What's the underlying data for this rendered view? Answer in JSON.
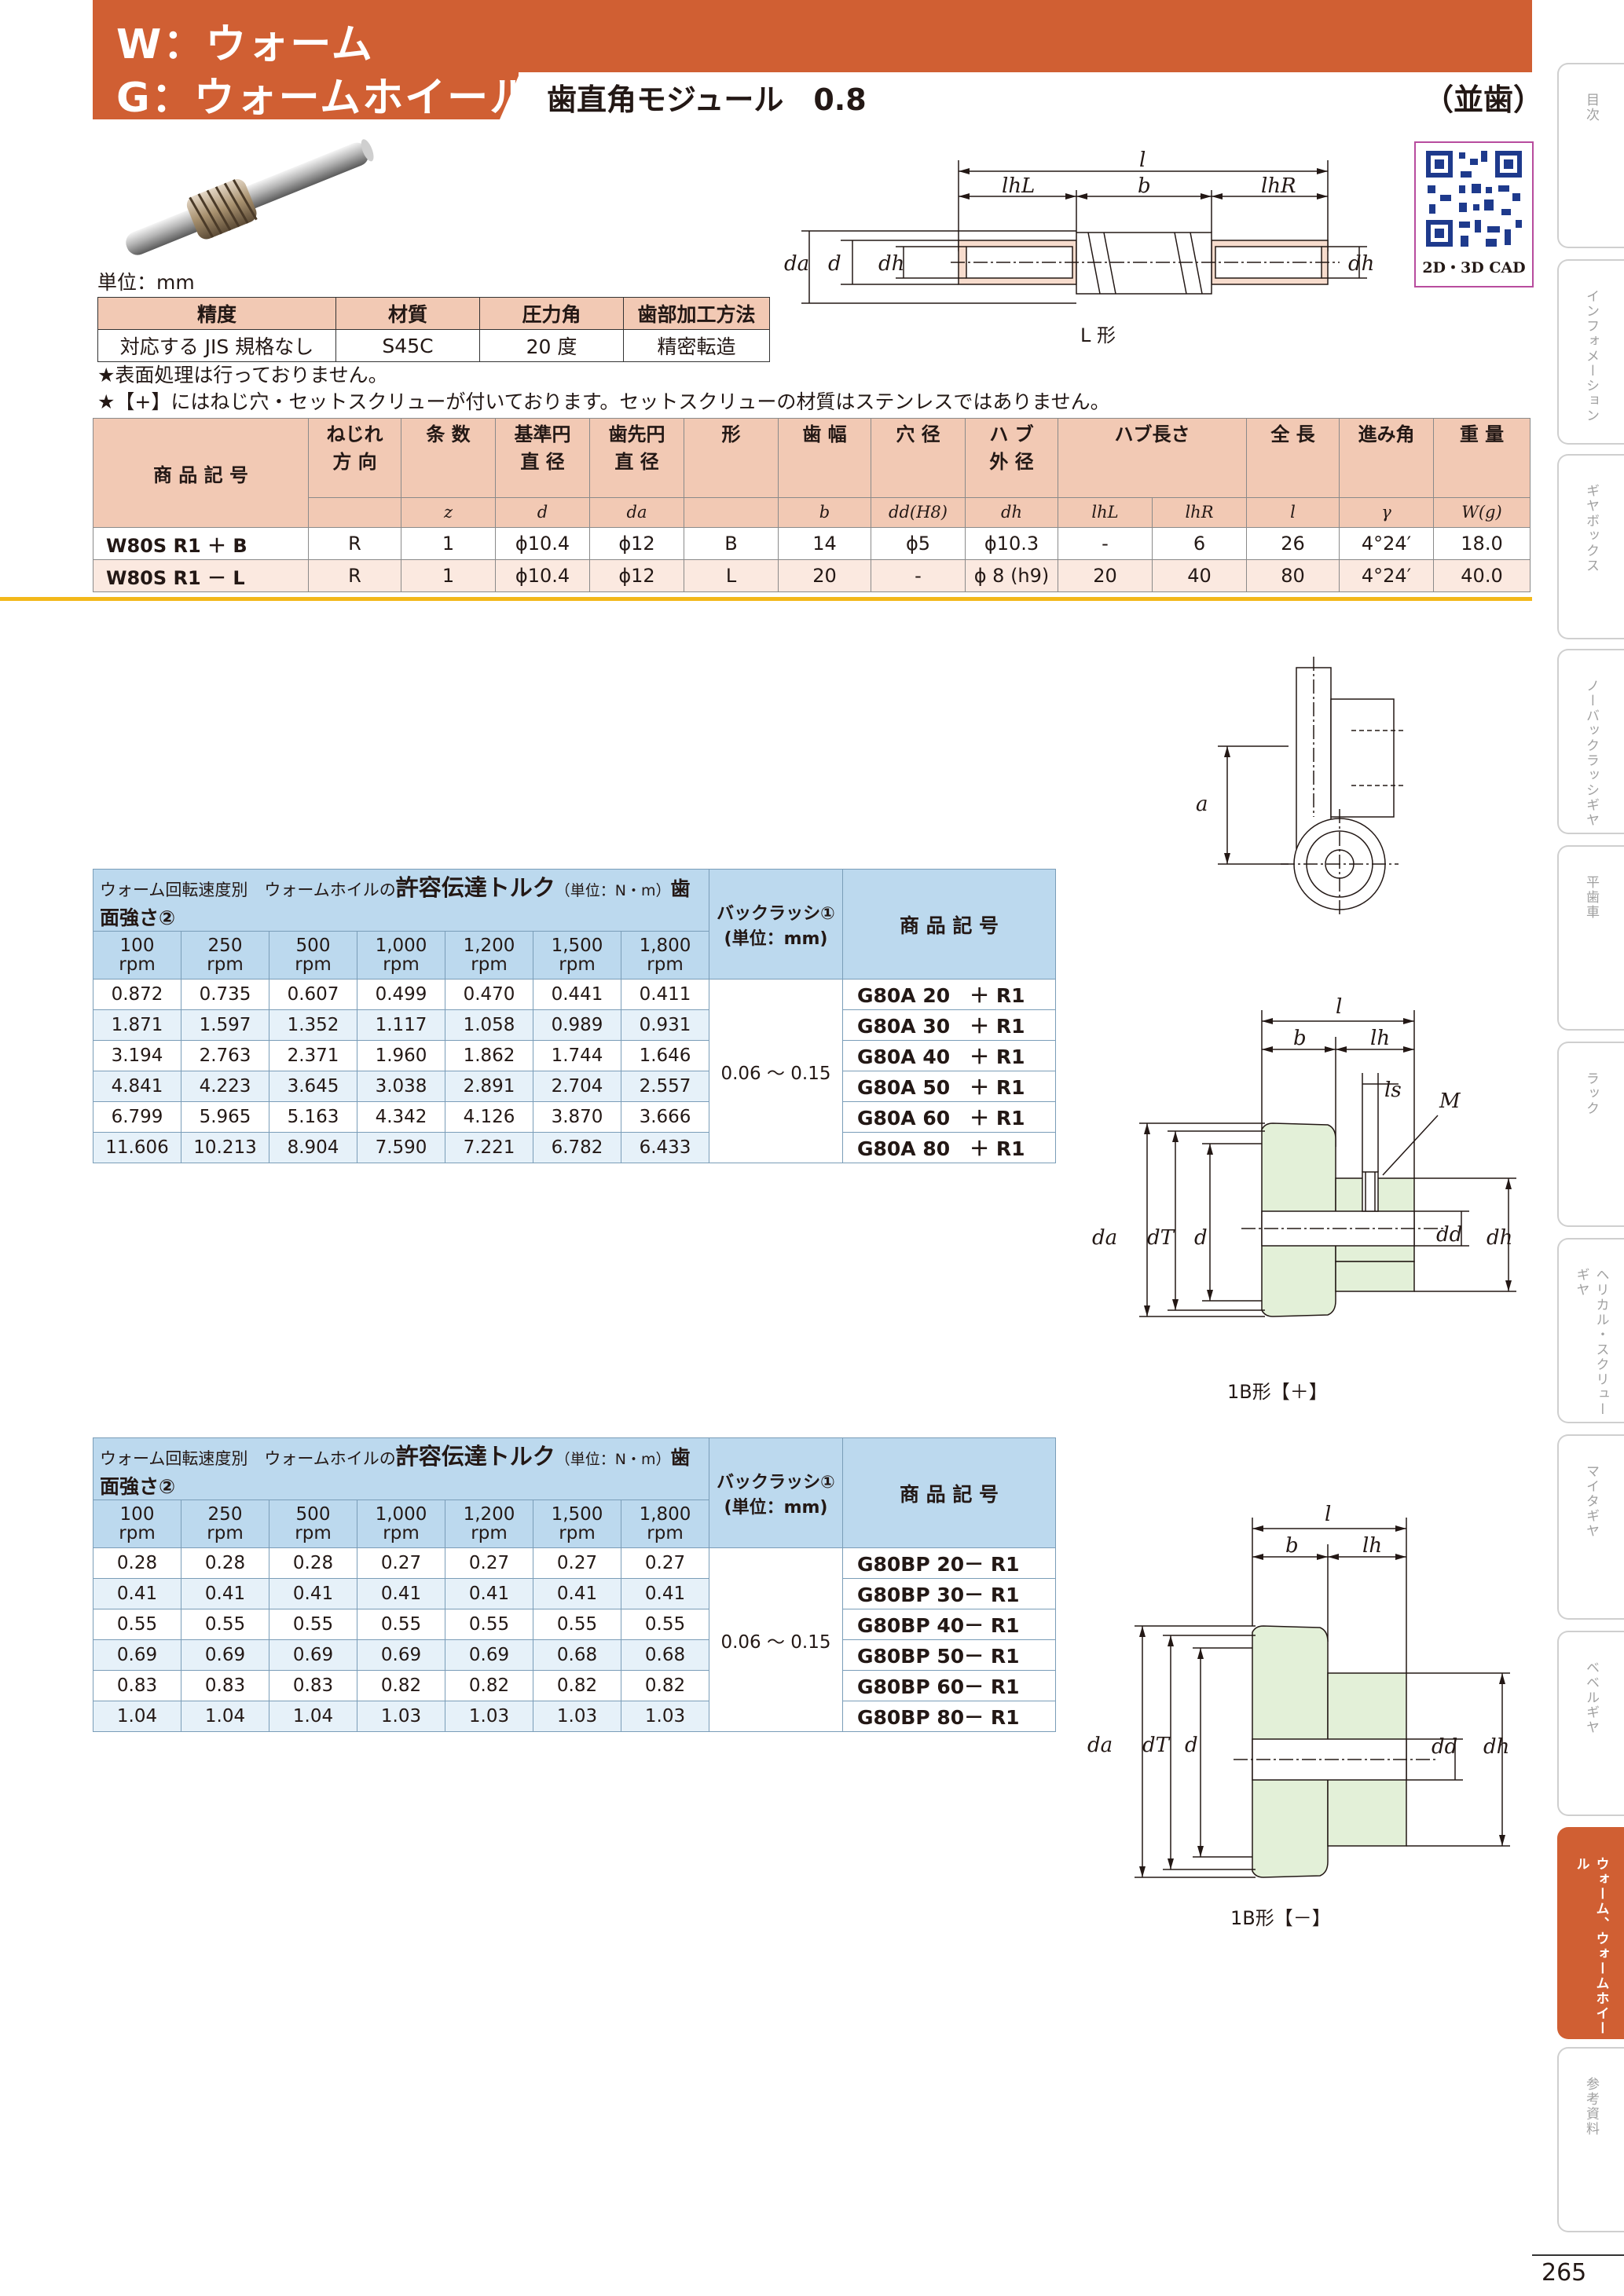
{
  "header": {
    "title_line1": "W：ウォーム",
    "title_line2": "G：ウォームホイール",
    "subtitle": "歯直角モジュール　0.8",
    "right_label": "（並歯）"
  },
  "unit_label": "単位：mm",
  "qr": {
    "caption": "2D・3D CAD"
  },
  "spec_table": {
    "headers": [
      "精度",
      "材質",
      "圧力角",
      "歯部加工方法"
    ],
    "values": [
      "対応する JIS 規格なし",
      "S45C",
      "20 度",
      "精密転造"
    ]
  },
  "notes": [
    "★表面処理は行っておりません。",
    "★【+】にはねじ穴・セットスクリューが付いております。セットスクリューの材質はステンレスではありません。"
  ],
  "product_table": {
    "headers": {
      "code": "商 品 記 号",
      "twist": "ねじれ\n方 向",
      "starts": "条 数",
      "pitch": "基準円\n直 径",
      "tip": "歯先円\n直 径",
      "shape": "形",
      "width": "歯 幅",
      "bore": "穴 径",
      "hub_dia": "ハ ブ\n外 径",
      "hub_len": "ハブ長さ",
      "total": "全 長",
      "lead": "進み角",
      "weight": "重 量"
    },
    "symbols": [
      "z",
      "d",
      "da",
      "b",
      "dd(H8)",
      "dh",
      "lhL",
      "lhR",
      "l",
      "γ",
      "W(g)"
    ],
    "rows": [
      [
        "W80S R1 ＋ B",
        "R",
        "1",
        "ϕ10.4",
        "ϕ12",
        "B",
        "14",
        "ϕ5",
        "ϕ10.3",
        "-",
        "6",
        "26",
        "4°24′",
        "18.0"
      ],
      [
        "W80S R1 － L",
        "R",
        "1",
        "ϕ10.4",
        "ϕ12",
        "L",
        "20",
        "-",
        "ϕ 8 (h9)",
        "20",
        "40",
        "80",
        "4°24′",
        "40.0"
      ]
    ]
  },
  "torque_header": {
    "title_prefix": "ウォーム回転速度別　ウォームホイルの",
    "title_main": "許容伝達トルク",
    "title_unit": "（単位：N・m）",
    "title_suffix": "歯面強さ②",
    "backlash": "バックラッシ①\n(単位：mm)",
    "code": "商 品 記 号",
    "speeds": [
      "100\nrpm",
      "250\nrpm",
      "500\nrpm",
      "1,000\nrpm",
      "1,200\nrpm",
      "1,500\nrpm",
      "1,800\nrpm"
    ]
  },
  "torque_table_1": {
    "backlash_value": "0.06 ～ 0.15",
    "rows": [
      {
        "v": [
          "0.872",
          "0.735",
          "0.607",
          "0.499",
          "0.470",
          "0.441",
          "0.411"
        ],
        "code": "G80A 20　＋ R1"
      },
      {
        "v": [
          "1.871",
          "1.597",
          "1.352",
          "1.117",
          "1.058",
          "0.989",
          "0.931"
        ],
        "code": "G80A 30　＋ R1"
      },
      {
        "v": [
          "3.194",
          "2.763",
          "2.371",
          "1.960",
          "1.862",
          "1.744",
          "1.646"
        ],
        "code": "G80A 40　＋ R1"
      },
      {
        "v": [
          "4.841",
          "4.223",
          "3.645",
          "3.038",
          "2.891",
          "2.704",
          "2.557"
        ],
        "code": "G80A 50　＋ R1"
      },
      {
        "v": [
          "6.799",
          "5.965",
          "5.163",
          "4.342",
          "4.126",
          "3.870",
          "3.666"
        ],
        "code": "G80A 60　＋ R1"
      },
      {
        "v": [
          "11.606",
          "10.213",
          "8.904",
          "7.590",
          "7.221",
          "6.782",
          "6.433"
        ],
        "code": "G80A 80　＋ R1"
      }
    ]
  },
  "torque_table_2": {
    "backlash_value": "0.06 ～ 0.15",
    "rows": [
      {
        "v": [
          "0.28",
          "0.28",
          "0.28",
          "0.27",
          "0.27",
          "0.27",
          "0.27"
        ],
        "code": "G80BP 20－ R1"
      },
      {
        "v": [
          "0.41",
          "0.41",
          "0.41",
          "0.41",
          "0.41",
          "0.41",
          "0.41"
        ],
        "code": "G80BP 30－ R1"
      },
      {
        "v": [
          "0.55",
          "0.55",
          "0.55",
          "0.55",
          "0.55",
          "0.55",
          "0.55"
        ],
        "code": "G80BP 40－ R1"
      },
      {
        "v": [
          "0.69",
          "0.69",
          "0.69",
          "0.69",
          "0.69",
          "0.68",
          "0.68"
        ],
        "code": "G80BP 50－ R1"
      },
      {
        "v": [
          "0.83",
          "0.83",
          "0.83",
          "0.82",
          "0.82",
          "0.82",
          "0.82"
        ],
        "code": "G80BP 60－ R1"
      },
      {
        "v": [
          "1.04",
          "1.04",
          "1.04",
          "1.03",
          "1.03",
          "1.03",
          "1.03"
        ],
        "code": "G80BP 80－ R1"
      }
    ]
  },
  "diagrams": {
    "worm_L": {
      "caption": "L 形",
      "labels": [
        "l",
        "lhL",
        "b",
        "lhR",
        "da",
        "d",
        "dh",
        "dh"
      ]
    },
    "side_view": {
      "labels": [
        "a"
      ]
    },
    "wheel_plus": {
      "caption": "1B形【＋】",
      "labels": [
        "l",
        "b",
        "lh",
        "ls",
        "M",
        "da",
        "dT",
        "d",
        "dd",
        "dh"
      ]
    },
    "wheel_minus": {
      "caption": "1B形【－】",
      "labels": [
        "l",
        "b",
        "lh",
        "da",
        "dT",
        "d",
        "dd",
        "dh"
      ]
    }
  },
  "nav": {
    "tabs": [
      "目次",
      "インフォメーション",
      "ギヤボックス",
      "ノーバックラッシギヤ",
      "平歯車",
      "ラック",
      "ヘリカル・スクリューギヤ",
      "マイタギヤ",
      "ベベルギヤ",
      "ウォーム、ウォームホイール",
      "参考資料"
    ],
    "active_index": 9
  },
  "page_number": "265",
  "colors": {
    "brand": "#d05f33",
    "header_fill": "#f2c9b4",
    "torque_header": "#bcd9ee",
    "gear_fill": "#e3f0d8",
    "accent_line": "#f3b81a"
  }
}
